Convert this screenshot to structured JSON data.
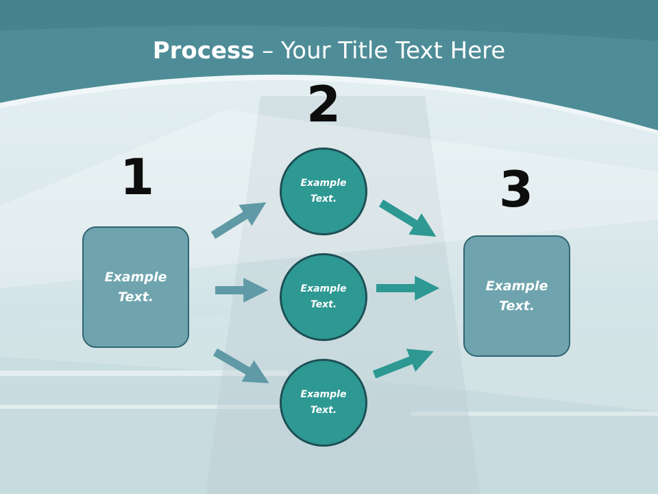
{
  "title": {
    "bold": "Process",
    "rest": " – Your Title Text Here"
  },
  "step_numbers": [
    "1",
    "2",
    "3"
  ],
  "left_box": "Example Text.",
  "circles": [
    "Example Text.",
    "Example Text.",
    "Example Text."
  ],
  "right_box": "Example Text.",
  "colors": {
    "box_fill": "#6fa4ae",
    "circle_fill": "#2e9893",
    "arrow_light": "#5f9aa6",
    "arrow_dark": "#2e9893",
    "header": "#4f8f9a"
  }
}
